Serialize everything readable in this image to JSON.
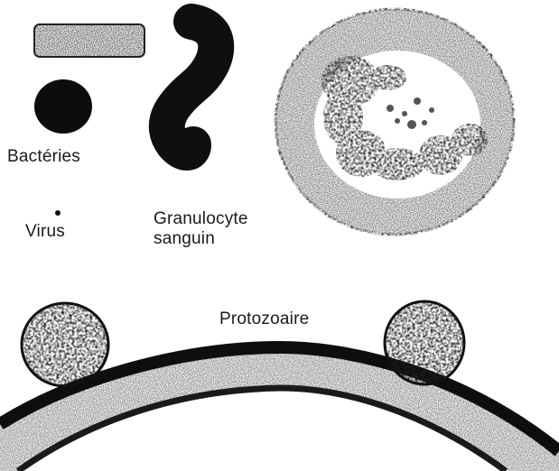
{
  "labels": {
    "bacteria": "Bactéries",
    "virus": "Virus",
    "granulocyte": "Granulocyte\nsanguin",
    "protozoa": "Protozoaire"
  },
  "colors": {
    "ink": "#111111",
    "cytoplasm": "#5a5a5a",
    "background": "#ffffff"
  }
}
